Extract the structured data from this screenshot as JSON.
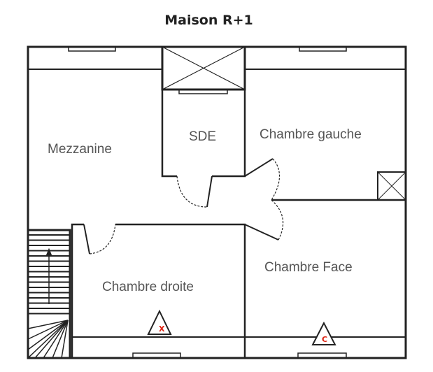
{
  "title": "Maison R+1",
  "rooms": {
    "mezzanine": "Mezzanine",
    "sde": "SDE",
    "chambre_gauche": "Chambre gauche",
    "chambre_face": "Chambre Face",
    "chambre_droite": "Chambre droite"
  },
  "markers": {
    "x": "X",
    "c": "C"
  },
  "colors": {
    "wall": "#222222",
    "label": "#555555",
    "marker": "#dd2211"
  }
}
